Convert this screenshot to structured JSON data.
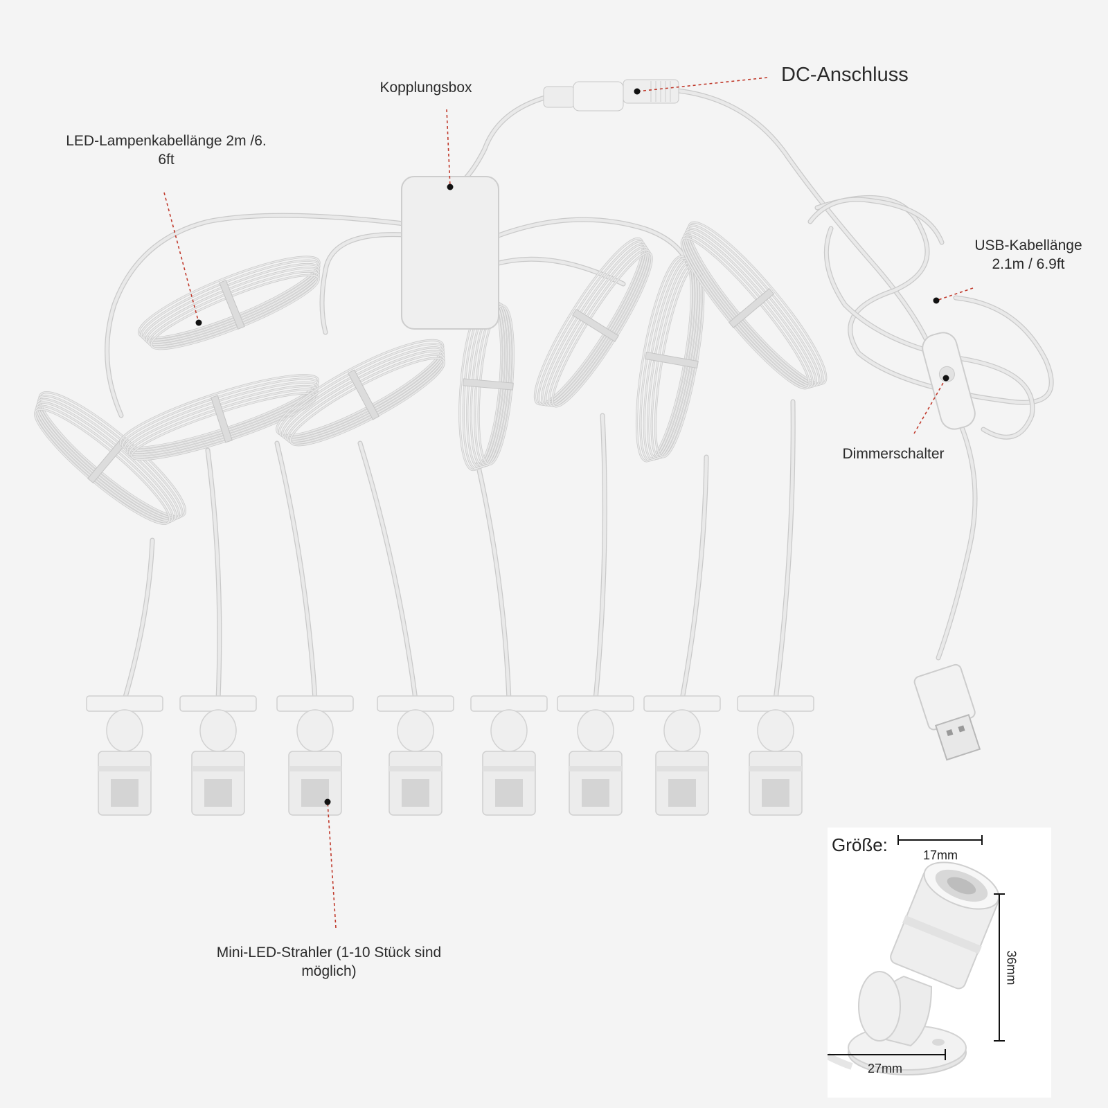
{
  "colors": {
    "background": "#f4f4f4",
    "cable": "#e9e9e9",
    "cable_edge": "#c9c9c9",
    "leader_line": "#c0392b",
    "dot": "#111111"
  },
  "labels": {
    "dc_connector": "DC-Anschluss",
    "coupling_box": "Kopplungsbox",
    "lamp_cable_line1": "LED-Lampenkabellänge 2m /6.",
    "lamp_cable_line2": "6ft",
    "usb_cable_line1": "USB-Kabellänge",
    "usb_cable_line2": "2.1m / 6.9ft",
    "dimmer": "Dimmerschalter",
    "spotlights_line1": "Mini-LED-Strahler (1-10 Stück sind",
    "spotlights_line2": "möglich)"
  },
  "size_inset": {
    "title": "Größe:",
    "width_top": "17mm",
    "height": "36mm",
    "width_base": "27mm"
  },
  "spotlight_count": 8,
  "icons": [
    "coupling-box-icon",
    "usb-plug-icon",
    "dimmer-switch-icon",
    "mini-led-spotlight-icon"
  ]
}
